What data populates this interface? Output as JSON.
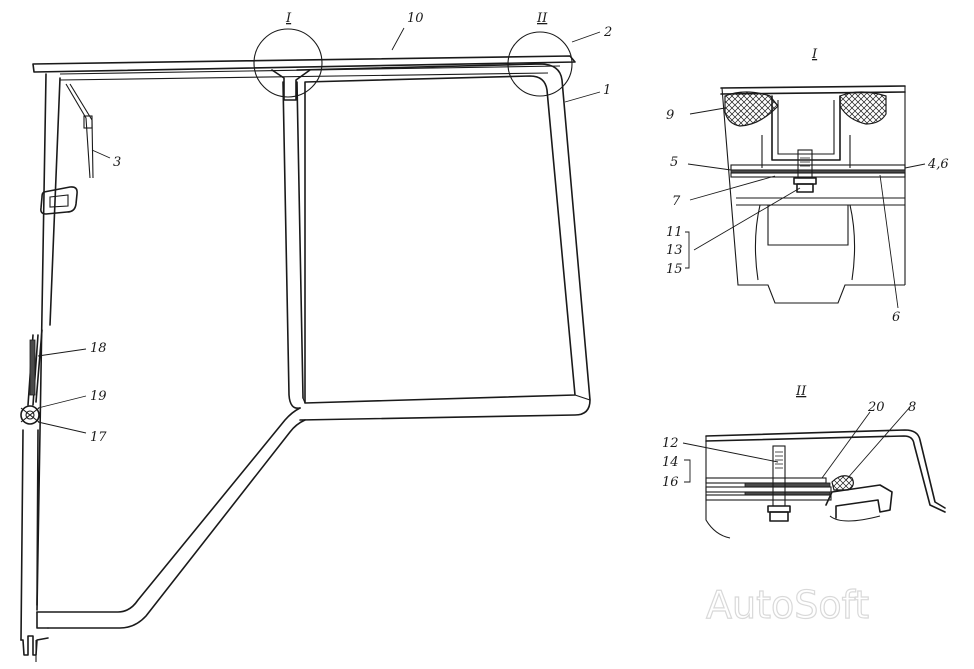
{
  "diagram": {
    "main_labels": [
      "10",
      "2",
      "1",
      "3",
      "18",
      "19",
      "17"
    ],
    "detail_marks": [
      "I",
      "II"
    ],
    "detail_I": {
      "title": "I",
      "labels": [
        "9",
        "5",
        "4,6",
        "7",
        "11",
        "13",
        "15",
        "6"
      ]
    },
    "detail_II": {
      "title": "II",
      "labels": [
        "20",
        "8",
        "12",
        "14",
        "16"
      ]
    },
    "watermark": "AutoSoft"
  }
}
